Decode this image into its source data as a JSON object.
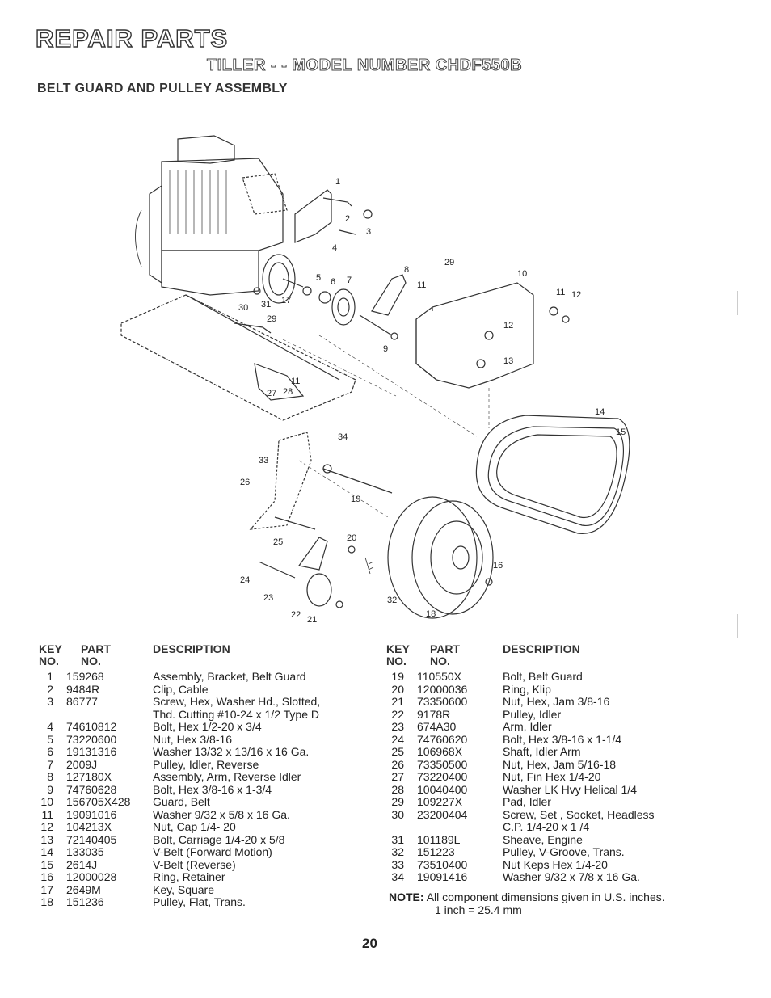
{
  "header": {
    "title": "REPAIR PARTS",
    "model": "TILLER - - MODEL NUMBER CHDF550B",
    "section": "BELT GUARD AND PULLEY ASSEMBLY"
  },
  "diagram": {
    "callouts": [
      "1",
      "2",
      "3",
      "4",
      "5",
      "6",
      "7",
      "8",
      "29",
      "10",
      "11",
      "12",
      "11",
      "12",
      "13",
      "17",
      "31",
      "30",
      "29",
      "9",
      "11",
      "27",
      "28",
      "14",
      "15",
      "34",
      "33",
      "26",
      "19",
      "25",
      "20",
      "16",
      "24",
      "23",
      "22",
      "21",
      "32",
      "18"
    ]
  },
  "table": {
    "headers": {
      "key": "KEY",
      "no": "NO.",
      "part": "PART",
      "part_no": "NO.",
      "description": "DESCRIPTION"
    },
    "left": [
      {
        "key": "1",
        "part": "159268",
        "desc": "Assembly, Bracket, Belt Guard"
      },
      {
        "key": "2",
        "part": "9484R",
        "desc": "Clip, Cable"
      },
      {
        "key": "3",
        "part": "86777",
        "desc": "Screw, Hex, Washer Hd., Slotted,"
      },
      {
        "key": "",
        "part": "",
        "desc": "Thd. Cutting  #10-24 x 1/2 Type D"
      },
      {
        "key": "4",
        "part": "74610812",
        "desc": "Bolt, Hex  1/2-20 x 3/4"
      },
      {
        "key": "5",
        "part": "73220600",
        "desc": "Nut, Hex 3/8-16"
      },
      {
        "key": "6",
        "part": "19131316",
        "desc": "Washer 13/32 x 13/16 x 16 Ga."
      },
      {
        "key": "7",
        "part": "2009J",
        "desc": "Pulley, Idler, Reverse"
      },
      {
        "key": "8",
        "part": "127180X",
        "desc": "Assembly, Arm, Reverse Idler"
      },
      {
        "key": "9",
        "part": "74760628",
        "desc": "Bolt, Hex  3/8-16 x 1-3/4"
      },
      {
        "key": "10",
        "part": "156705X428",
        "desc": "Guard, Belt"
      },
      {
        "key": "11",
        "part": "19091016",
        "desc": "Washer  9/32 x 5/8 x 16 Ga."
      },
      {
        "key": "12",
        "part": "104213X",
        "desc": "Nut, Cap  1/4- 20"
      },
      {
        "key": "13",
        "part": "72140405",
        "desc": "Bolt, Carriage  1/4-20 x 5/8"
      },
      {
        "key": "14",
        "part": "133035",
        "desc": "V-Belt (Forward Motion)"
      },
      {
        "key": "15",
        "part": "2614J",
        "desc": "V-Belt (Reverse)"
      },
      {
        "key": "16",
        "part": "12000028",
        "desc": "Ring, Retainer"
      },
      {
        "key": "17",
        "part": "2649M",
        "desc": "Key, Square"
      },
      {
        "key": "18",
        "part": "151236",
        "desc": "Pulley, Flat, Trans."
      }
    ],
    "right": [
      {
        "key": "19",
        "part": "110550X",
        "desc": "Bolt, Belt Guard"
      },
      {
        "key": "20",
        "part": "12000036",
        "desc": "Ring, Klip"
      },
      {
        "key": "21",
        "part": "73350600",
        "desc": "Nut, Hex, Jam  3/8-16"
      },
      {
        "key": "22",
        "part": "9178R",
        "desc": "Pulley, Idler"
      },
      {
        "key": "23",
        "part": "674A30",
        "desc": "Arm, Idler"
      },
      {
        "key": "24",
        "part": "74760620",
        "desc": "Bolt, Hex   3/8-16 x  1-1/4"
      },
      {
        "key": "25",
        "part": "106968X",
        "desc": "Shaft, Idler Arm"
      },
      {
        "key": "26",
        "part": "73350500",
        "desc": "Nut, Hex, Jam  5/16-18"
      },
      {
        "key": "27",
        "part": "73220400",
        "desc": "Nut, Fin Hex 1/4-20"
      },
      {
        "key": "28",
        "part": "10040400",
        "desc": "Washer LK Hvy Helical 1/4"
      },
      {
        "key": "29",
        "part": "109227X",
        "desc": "Pad, Idler"
      },
      {
        "key": "30",
        "part": "23200404",
        "desc": "Screw, Set , Socket, Headless"
      },
      {
        "key": "",
        "part": "",
        "desc": "C.P.  1/4-20 x 1 /4"
      },
      {
        "key": "31",
        "part": "101189L",
        "desc": "Sheave, Engine"
      },
      {
        "key": "32",
        "part": "151223",
        "desc": "Pulley, V-Groove, Trans."
      },
      {
        "key": "33",
        "part": "73510400",
        "desc": "Nut Keps Hex 1/4-20"
      },
      {
        "key": "34",
        "part": "19091416",
        "desc": "Washer 9/32 x 7/8 x 16 Ga."
      }
    ]
  },
  "note": {
    "label": "NOTE:",
    "line1": "All component dimensions given in U.S. inches.",
    "line2": "1 inch = 25.4 mm"
  },
  "page_number": "20"
}
